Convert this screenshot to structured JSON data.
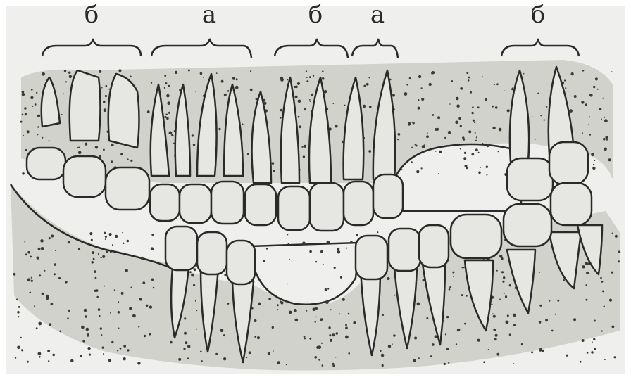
{
  "figure": {
    "labels": [
      {
        "text": "б"
      },
      {
        "text": "а"
      },
      {
        "text": "б"
      },
      {
        "text": "а"
      },
      {
        "text": "б"
      }
    ],
    "colors": {
      "paper": "#efefed",
      "bone": "#d2d2cd",
      "ink": "#2a2a2a",
      "tooth": "#e6e6e2"
    }
  }
}
